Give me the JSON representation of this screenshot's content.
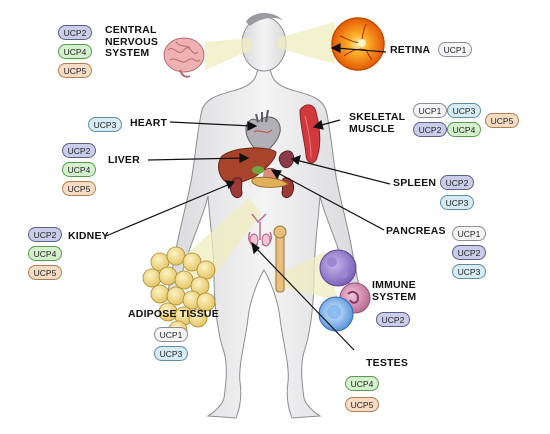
{
  "colors": {
    "UCP1": "#f4f4f6",
    "UCP2": "#c9cde9",
    "UCP3": "#d6ebf3",
    "UCP4": "#d5f0cd",
    "UCP5": "#f6dcc4"
  },
  "organs": [
    {
      "id": "cns",
      "label": "CENTRAL\nNERVOUS\nSYSTEM",
      "icon": "brain-icon",
      "ucps": [
        "UCP2",
        "UCP4",
        "UCP5"
      ]
    },
    {
      "id": "retina",
      "label": "RETINA",
      "icon": "retina-icon",
      "ucps": [
        "UCP1"
      ]
    },
    {
      "id": "heart",
      "label": "HEART",
      "icon": "heart-icon",
      "ucps": [
        "UCP3"
      ]
    },
    {
      "id": "skeletal-muscle",
      "label": "SKELETAL\nMUSCLE",
      "icon": "muscle-icon",
      "ucps": [
        "UCP1",
        "UCP3",
        "UCP2",
        "UCP4",
        "UCP5"
      ]
    },
    {
      "id": "liver",
      "label": "LIVER",
      "icon": "liver-icon",
      "ucps": [
        "UCP2",
        "UCP4",
        "UCP5"
      ]
    },
    {
      "id": "spleen",
      "label": "SPLEEN",
      "icon": "spleen-icon",
      "ucps": [
        "UCP2",
        "UCP3"
      ]
    },
    {
      "id": "kidney",
      "label": "KIDNEY",
      "icon": "kidney-icon",
      "ucps": [
        "UCP2",
        "UCP4",
        "UCP5"
      ]
    },
    {
      "id": "pancreas",
      "label": "PANCREAS",
      "icon": "pancreas-icon",
      "ucps": [
        "UCP1",
        "UCP2",
        "UCP3"
      ]
    },
    {
      "id": "immune-system",
      "label": "IMMUNE\nSYSTEM",
      "icon": "immune-cells-icon",
      "ucps": [
        "UCP2"
      ]
    },
    {
      "id": "adipose-tissue",
      "label": "ADIPOSE TISSUE",
      "icon": "adipose-icon",
      "ucps": [
        "UCP1",
        "UCP3"
      ]
    },
    {
      "id": "testes",
      "label": "TESTES",
      "icon": "testes-icon",
      "ucps": [
        "UCP4",
        "UCP5"
      ]
    }
  ]
}
